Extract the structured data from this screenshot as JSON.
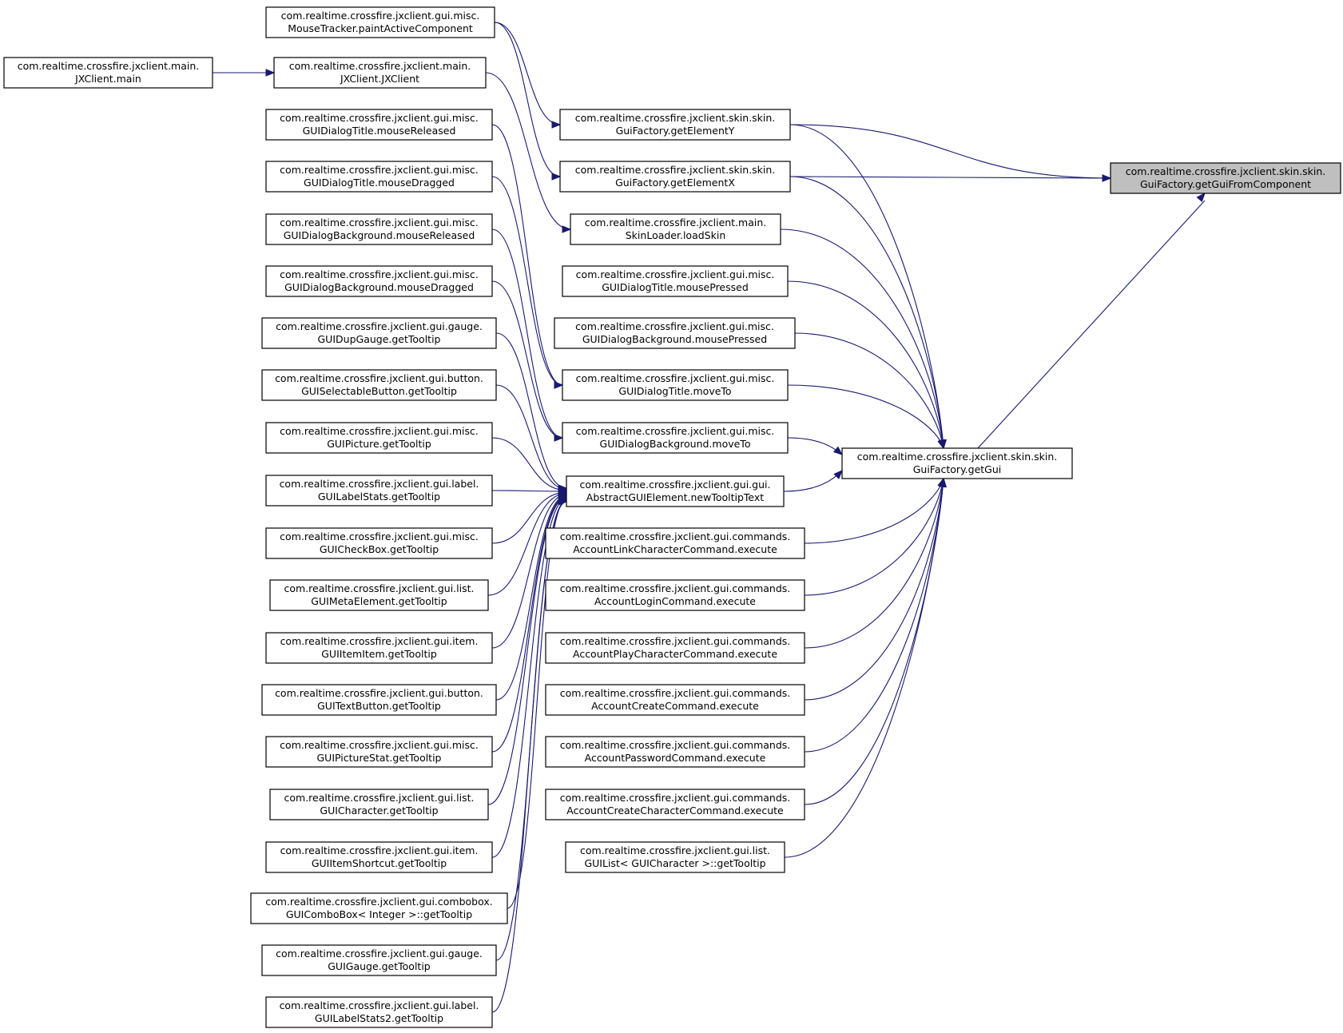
{
  "colors": {
    "edge": "#191970",
    "root_fill": "#bfbfbf",
    "node_fill": "#ffffff",
    "node_stroke": "#000000"
  },
  "nodes": [
    {
      "id": "n0",
      "line1": "com.realtime.crossfire.jxclient.skin.skin.",
      "line2": "GuiFactory.getGuiFromComponent",
      "root": true
    },
    {
      "id": "n1",
      "line1": "com.realtime.crossfire.jxclient.skin.skin.",
      "line2": "GuiFactory.getElementY"
    },
    {
      "id": "n2",
      "line1": "com.realtime.crossfire.jxclient.skin.skin.",
      "line2": "GuiFactory.getElementX"
    },
    {
      "id": "n3",
      "line1": "com.realtime.crossfire.jxclient.skin.skin.",
      "line2": "GuiFactory.getGui"
    },
    {
      "id": "n4",
      "line1": "com.realtime.crossfire.jxclient.gui.misc.",
      "line2": "MouseTracker.paintActiveComponent"
    },
    {
      "id": "n5",
      "line1": "com.realtime.crossfire.jxclient.main.",
      "line2": "JXClient.JXClient"
    },
    {
      "id": "n6",
      "line1": "com.realtime.crossfire.jxclient.main.",
      "line2": "JXClient.main"
    },
    {
      "id": "n7",
      "line1": "com.realtime.crossfire.jxclient.main.",
      "line2": "SkinLoader.loadSkin"
    },
    {
      "id": "n8",
      "line1": "com.realtime.crossfire.jxclient.gui.misc.",
      "line2": "GUIDialogTitle.mousePressed"
    },
    {
      "id": "n9",
      "line1": "com.realtime.crossfire.jxclient.gui.misc.",
      "line2": "GUIDialogBackground.mousePressed"
    },
    {
      "id": "n10",
      "line1": "com.realtime.crossfire.jxclient.gui.misc.",
      "line2": "GUIDialogTitle.moveTo"
    },
    {
      "id": "n11",
      "line1": "com.realtime.crossfire.jxclient.gui.misc.",
      "line2": "GUIDialogBackground.moveTo"
    },
    {
      "id": "n12",
      "line1": "com.realtime.crossfire.jxclient.gui.gui.",
      "line2": "AbstractGUIElement.newTooltipText"
    },
    {
      "id": "n13",
      "line1": "com.realtime.crossfire.jxclient.gui.commands.",
      "line2": "AccountLinkCharacterCommand.execute"
    },
    {
      "id": "n14",
      "line1": "com.realtime.crossfire.jxclient.gui.commands.",
      "line2": "AccountLoginCommand.execute"
    },
    {
      "id": "n15",
      "line1": "com.realtime.crossfire.jxclient.gui.commands.",
      "line2": "AccountPlayCharacterCommand.execute"
    },
    {
      "id": "n16",
      "line1": "com.realtime.crossfire.jxclient.gui.commands.",
      "line2": "AccountCreateCommand.execute"
    },
    {
      "id": "n17",
      "line1": "com.realtime.crossfire.jxclient.gui.commands.",
      "line2": "AccountPasswordCommand.execute"
    },
    {
      "id": "n18",
      "line1": "com.realtime.crossfire.jxclient.gui.commands.",
      "line2": "AccountCreateCharacterCommand.execute"
    },
    {
      "id": "n19",
      "line1": "com.realtime.crossfire.jxclient.gui.list.",
      "line2": "GUIList< GUICharacter >::getTooltip"
    },
    {
      "id": "n20",
      "line1": "com.realtime.crossfire.jxclient.gui.misc.",
      "line2": "GUIDialogTitle.mouseReleased"
    },
    {
      "id": "n21",
      "line1": "com.realtime.crossfire.jxclient.gui.misc.",
      "line2": "GUIDialogTitle.mouseDragged"
    },
    {
      "id": "n22",
      "line1": "com.realtime.crossfire.jxclient.gui.misc.",
      "line2": "GUIDialogBackground.mouseReleased"
    },
    {
      "id": "n23",
      "line1": "com.realtime.crossfire.jxclient.gui.misc.",
      "line2": "GUIDialogBackground.mouseDragged"
    },
    {
      "id": "n24",
      "line1": "com.realtime.crossfire.jxclient.gui.gauge.",
      "line2": "GUIDupGauge.getTooltip"
    },
    {
      "id": "n25",
      "line1": "com.realtime.crossfire.jxclient.gui.button.",
      "line2": "GUISelectableButton.getTooltip"
    },
    {
      "id": "n26",
      "line1": "com.realtime.crossfire.jxclient.gui.misc.",
      "line2": "GUIPicture.getTooltip"
    },
    {
      "id": "n27",
      "line1": "com.realtime.crossfire.jxclient.gui.label.",
      "line2": "GUILabelStats.getTooltip"
    },
    {
      "id": "n28",
      "line1": "com.realtime.crossfire.jxclient.gui.misc.",
      "line2": "GUICheckBox.getTooltip"
    },
    {
      "id": "n29",
      "line1": "com.realtime.crossfire.jxclient.gui.list.",
      "line2": "GUIMetaElement.getTooltip"
    },
    {
      "id": "n30",
      "line1": "com.realtime.crossfire.jxclient.gui.item.",
      "line2": "GUIItemItem.getTooltip"
    },
    {
      "id": "n31",
      "line1": "com.realtime.crossfire.jxclient.gui.button.",
      "line2": "GUITextButton.getTooltip"
    },
    {
      "id": "n32",
      "line1": "com.realtime.crossfire.jxclient.gui.misc.",
      "line2": "GUIPictureStat.getTooltip"
    },
    {
      "id": "n33",
      "line1": "com.realtime.crossfire.jxclient.gui.list.",
      "line2": "GUICharacter.getTooltip"
    },
    {
      "id": "n34",
      "line1": "com.realtime.crossfire.jxclient.gui.item.",
      "line2": "GUIItemShortcut.getTooltip"
    },
    {
      "id": "n35",
      "line1": "com.realtime.crossfire.jxclient.gui.combobox.",
      "line2": "GUIComboBox< Integer >::getTooltip"
    },
    {
      "id": "n36",
      "line1": "com.realtime.crossfire.jxclient.gui.gauge.",
      "line2": "GUIGauge.getTooltip"
    },
    {
      "id": "n37",
      "line1": "com.realtime.crossfire.jxclient.gui.label.",
      "line2": "GUILabelStats2.getTooltip"
    }
  ],
  "edges": [
    [
      "n1",
      "n0"
    ],
    [
      "n2",
      "n0"
    ],
    [
      "n3",
      "n0"
    ],
    [
      "n4",
      "n1"
    ],
    [
      "n4",
      "n2"
    ],
    [
      "n6",
      "n5"
    ],
    [
      "n5",
      "n7"
    ],
    [
      "n1",
      "n3"
    ],
    [
      "n2",
      "n3"
    ],
    [
      "n7",
      "n3"
    ],
    [
      "n8",
      "n3"
    ],
    [
      "n9",
      "n3"
    ],
    [
      "n10",
      "n3"
    ],
    [
      "n11",
      "n3"
    ],
    [
      "n12",
      "n3"
    ],
    [
      "n13",
      "n3"
    ],
    [
      "n14",
      "n3"
    ],
    [
      "n15",
      "n3"
    ],
    [
      "n16",
      "n3"
    ],
    [
      "n17",
      "n3"
    ],
    [
      "n18",
      "n3"
    ],
    [
      "n19",
      "n3"
    ],
    [
      "n20",
      "n10"
    ],
    [
      "n21",
      "n10"
    ],
    [
      "n22",
      "n11"
    ],
    [
      "n23",
      "n11"
    ],
    [
      "n24",
      "n12"
    ],
    [
      "n25",
      "n12"
    ],
    [
      "n26",
      "n12"
    ],
    [
      "n27",
      "n12"
    ],
    [
      "n28",
      "n12"
    ],
    [
      "n29",
      "n12"
    ],
    [
      "n30",
      "n12"
    ],
    [
      "n31",
      "n12"
    ],
    [
      "n32",
      "n12"
    ],
    [
      "n33",
      "n12"
    ],
    [
      "n34",
      "n12"
    ],
    [
      "n35",
      "n12"
    ],
    [
      "n36",
      "n12"
    ],
    [
      "n37",
      "n12"
    ]
  ]
}
